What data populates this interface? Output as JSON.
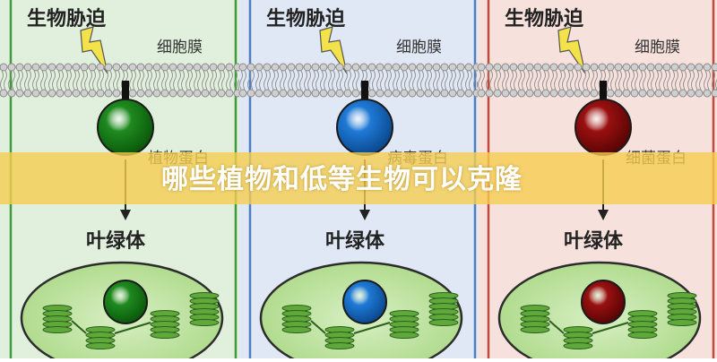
{
  "panels": [
    {
      "title": "生物胁迫",
      "membrane_label": "细胞膜",
      "protein_label": "植物蛋白",
      "organelle_label": "叶绿体",
      "theme": "green",
      "bg": "#e1f0dc",
      "border": "#3d9a3d",
      "ball": "#1f8a1f",
      "ball_dark": "#0b5a0b"
    },
    {
      "title": "生物胁迫",
      "membrane_label": "细胞膜",
      "protein_label": "病毒蛋白",
      "organelle_label": "叶绿体",
      "theme": "blue",
      "bg": "#dfe8f4",
      "border": "#4f7fc0",
      "ball": "#1f7ad6",
      "ball_dark": "#0b4a90"
    },
    {
      "title": "生物胁迫",
      "membrane_label": "细胞膜",
      "protein_label": "细菌蛋白",
      "organelle_label": "叶绿体",
      "theme": "red",
      "bg": "#f6e1dc",
      "border": "#c04a3a",
      "ball": "#9a1010",
      "ball_dark": "#5a0505"
    }
  ],
  "banner": {
    "text": "哪些植物和低等生物可以克隆"
  },
  "colors": {
    "lightning": "#f3e24a",
    "membrane": "#8a8a8a",
    "chloroplast": "#7fc24a",
    "stack": "#5fa83a"
  }
}
